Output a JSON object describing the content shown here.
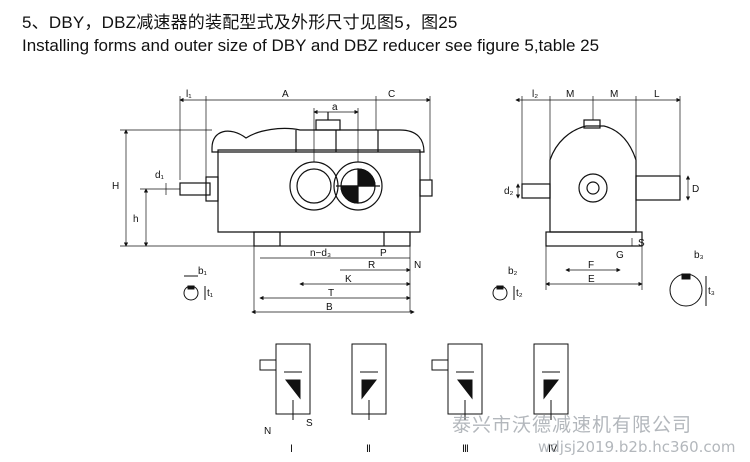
{
  "header": {
    "title_cn": "5、DBY，DBZ减速器的装配型式及外形尺寸见图5，图25",
    "title_en": "Installing forms and outer size of DBY and DBZ reducer see figure 5,table 25"
  },
  "front_view": {
    "dims": {
      "l1": "l₁",
      "A": "A",
      "a": "a",
      "C": "C",
      "H": "H",
      "d1": "d₁",
      "h": "h",
      "n_d3": "n−d₃",
      "P": "P",
      "R": "R",
      "N": "N",
      "K": "K",
      "T": "T",
      "B": "B"
    }
  },
  "side_view": {
    "dims": {
      "l2": "l₂",
      "M1": "M",
      "M2": "M",
      "L": "L",
      "d2": "d₂",
      "D": "D",
      "S": "S",
      "G": "G",
      "F": "F",
      "E": "E"
    }
  },
  "keyways": {
    "b1": "b₁",
    "t1": "t₁",
    "b2": "b₂",
    "t2": "t₂",
    "b3": "b₃",
    "t3": "t₃"
  },
  "mount_forms": {
    "labels": [
      "Ⅰ",
      "Ⅱ",
      "Ⅲ",
      "Ⅳ"
    ],
    "n_label": "N",
    "s_label": "S"
  },
  "watermark": {
    "line1": "泰兴市沃德减速机有限公司",
    "line2": "wdjsj2019.b2b.hc360.com"
  }
}
